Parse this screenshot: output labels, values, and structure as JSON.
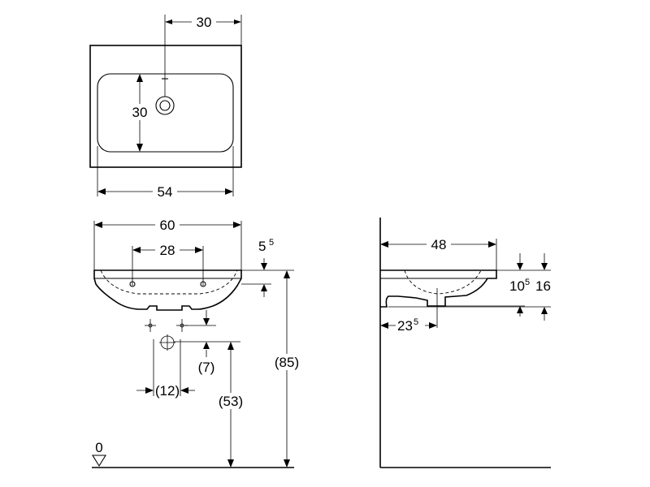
{
  "top_view": {
    "drain_offset": "30",
    "basin_depth": "30",
    "basin_width": "54"
  },
  "front_view": {
    "overall_width": "60",
    "tap_spacing": "28",
    "rim_thickness_main": "5",
    "rim_thickness_sup": "5",
    "waste_offset": "(12)",
    "waste_rise": "(7)",
    "waste_height": "(53)",
    "rim_height": "(85)",
    "floor_level": "0"
  },
  "side_view": {
    "depth": "48",
    "bowl_depth_main": "10",
    "bowl_depth_sup": "5",
    "overall_depth": "16",
    "drain_dist_main": "23",
    "drain_dist_sup": "5"
  }
}
